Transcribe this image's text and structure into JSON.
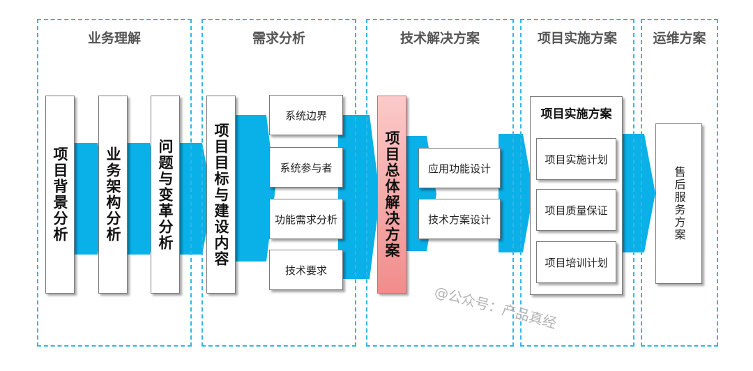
{
  "colors": {
    "arrow": "#0ab0e8",
    "stage_border": "#2fb7e8",
    "highlight": "#f28c8c"
  },
  "stages": [
    {
      "title": "业务理解"
    },
    {
      "title": "需求分析"
    },
    {
      "title": "技术解决方案"
    },
    {
      "title": "项目实施方案"
    },
    {
      "title": "运维方案"
    }
  ],
  "business": {
    "items": [
      "项目背景分析",
      "业务架构分析",
      "问题与变革分析"
    ]
  },
  "requirements": {
    "goal": "项目目标与建设内容",
    "items": [
      "系统边界",
      "系统参与者",
      "功能需求分析",
      "技术要求"
    ]
  },
  "technical": {
    "overall": "项目总体解决方案",
    "items": [
      "应用功能设计",
      "技术方案设计"
    ]
  },
  "implementation": {
    "title": "项目实施方案",
    "items": [
      "项目实施计划",
      "项目质量保证",
      "项目培训计划"
    ]
  },
  "operations": {
    "service": "售后服务方案"
  },
  "watermark": "@公众号：产品真经"
}
